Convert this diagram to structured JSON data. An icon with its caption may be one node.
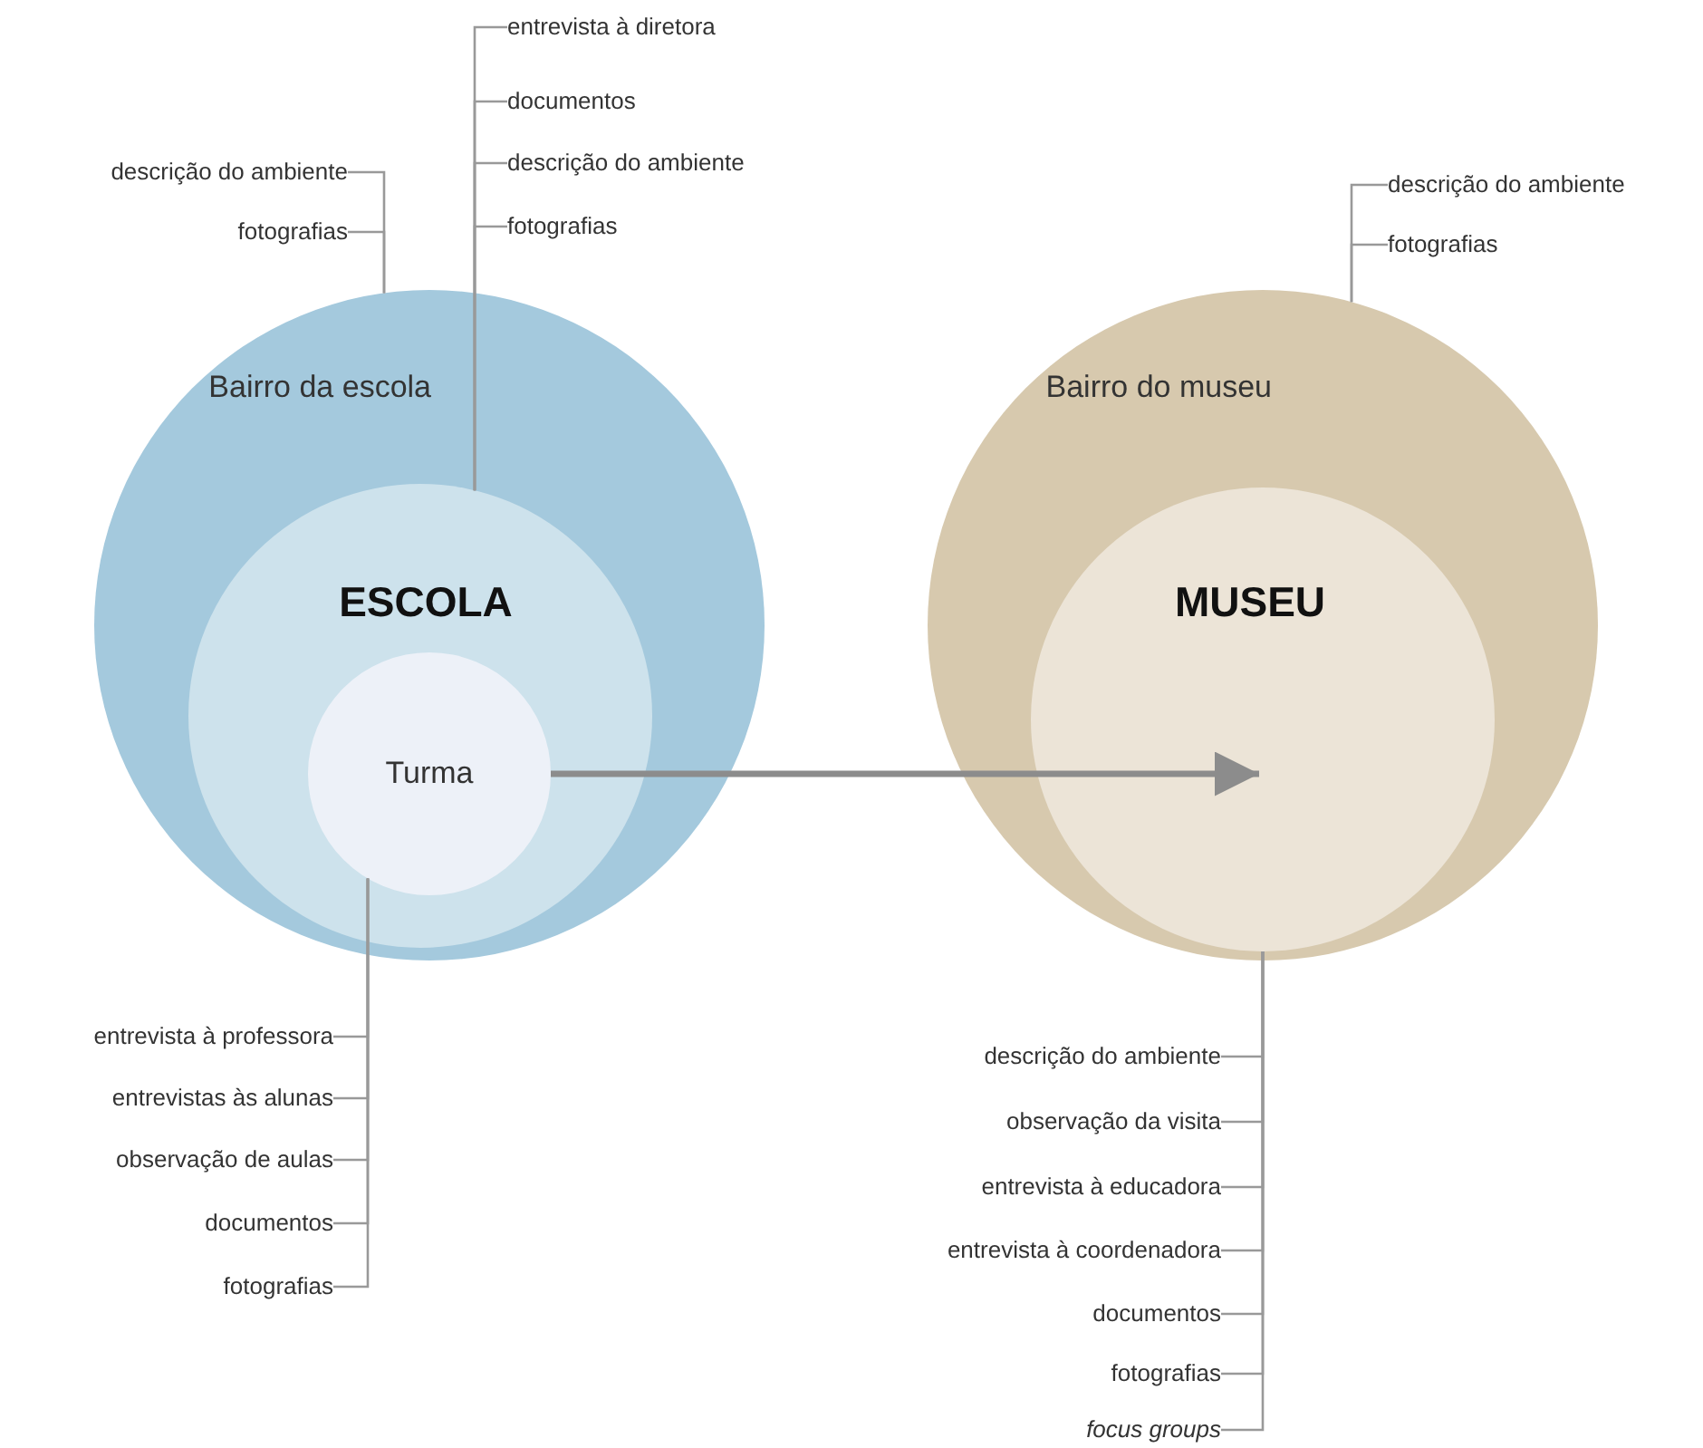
{
  "diagram": {
    "nodes": [
      {
        "text": [
          "entrevista à diretora"
        ]
      },
      {
        "text": [
          "documentos"
        ]
      },
      {
        "text": [
          "descrição do ambiente"
        ]
      },
      {
        "text": [
          "fotografias"
        ]
      },
      {
        "text": [
          "descrição do ambiente"
        ]
      },
      {
        "text": [
          "fotografias"
        ]
      },
      {
        "text": [
          "descrição do ambiente"
        ]
      },
      {
        "text": [
          "fotografias"
        ]
      },
      {
        "text": [
          "Bairro da escola"
        ]
      },
      {
        "text": [
          "ESCOLA"
        ],
        "in": 8
      },
      {
        "text": [
          "Turma"
        ],
        "in": 9
      },
      {
        "text": [
          "Bairro do museu"
        ]
      },
      {
        "text": [
          "MUSEU"
        ],
        "in": 11
      },
      {
        "text": [
          "entrevista à professora"
        ]
      },
      {
        "text": [
          "entrevistas às alunas"
        ]
      },
      {
        "text": [
          "observação de aulas"
        ]
      },
      {
        "text": [
          "documentos"
        ]
      },
      {
        "text": [
          "fotografias"
        ]
      },
      {
        "text": [
          "descrição do ambiente"
        ]
      },
      {
        "text": [
          "observação da visita"
        ]
      },
      {
        "text": [
          "entrevista à educadora"
        ]
      },
      {
        "text": [
          "entrevista à coordenadora"
        ]
      },
      {
        "text": [
          "documentos"
        ]
      },
      {
        "text": [
          "fotografias"
        ]
      },
      {
        "text": [
          "focus groups"
        ]
      }
    ],
    "edges": [
      {
        "from": 10,
        "to": 12,
        "arrow": "to",
        "style": "thick"
      },
      {
        "from": 0,
        "to": 9,
        "arrow": "none"
      },
      {
        "from": 1,
        "to": 9,
        "arrow": "none"
      },
      {
        "from": 2,
        "to": 9,
        "arrow": "none"
      },
      {
        "from": 3,
        "to": 9,
        "arrow": "none"
      },
      {
        "from": 4,
        "to": 8,
        "arrow": "none"
      },
      {
        "from": 5,
        "to": 8,
        "arrow": "none"
      },
      {
        "from": 6,
        "to": 11,
        "arrow": "none"
      },
      {
        "from": 7,
        "to": 11,
        "arrow": "none"
      },
      {
        "from": 13,
        "to": 10,
        "arrow": "none"
      },
      {
        "from": 14,
        "to": 10,
        "arrow": "none"
      },
      {
        "from": 15,
        "to": 10,
        "arrow": "none"
      },
      {
        "from": 16,
        "to": 10,
        "arrow": "none"
      },
      {
        "from": 17,
        "to": 10,
        "arrow": "none"
      },
      {
        "from": 18,
        "to": 12,
        "arrow": "none"
      },
      {
        "from": 19,
        "to": 12,
        "arrow": "none"
      },
      {
        "from": 20,
        "to": 12,
        "arrow": "none"
      },
      {
        "from": 21,
        "to": 12,
        "arrow": "none"
      },
      {
        "from": 22,
        "to": 12,
        "arrow": "none"
      },
      {
        "from": 23,
        "to": 12,
        "arrow": "none"
      },
      {
        "from": 24,
        "to": 12,
        "arrow": "none"
      }
    ]
  }
}
